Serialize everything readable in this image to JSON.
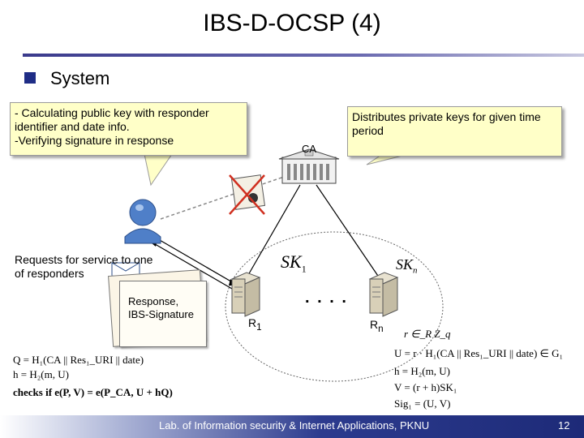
{
  "slide": {
    "title": "IBS-D-OCSP (4)",
    "section": "System",
    "footer": "Lab. of Information security & Internet Applications, PKNU",
    "page_number": "12"
  },
  "callouts": {
    "client": "- Calculating public key with responder identifier and date info.\n-Verifying signature in response",
    "ca": "Distributes private keys for given time period"
  },
  "labels": {
    "ca": "CA",
    "request": "Requests for service to one of responders",
    "response": "Response,\nIBS-Signature",
    "r1": "R",
    "r1_sub": "1",
    "rn": "R",
    "rn_sub": "n",
    "sk1": "SK",
    "sk1_sub": "1",
    "skn": "SK",
    "skn_sub": "n",
    "dots": ". . . ."
  },
  "formulas_left": {
    "line1": "Q = H₁(CA || Res₁_URI || date)",
    "line2": "h = H₂(m, U)",
    "line3": "checks if e(P, V) = e(P_CA, U + hQ)"
  },
  "formulas_right": {
    "line1": "r ∈_R Z_q",
    "line2": "U = r · H₁(CA || Res₁_URI || date) ∈ G₁",
    "line3": "h = H₂(m, U)",
    "line4": "V = (r + h)SK₁",
    "line5": "Sig₁ = (U, V)"
  },
  "colors": {
    "accent": "#1f2d86",
    "callout_fill": "#ffffc8",
    "footer_dark": "#1d2a78"
  }
}
